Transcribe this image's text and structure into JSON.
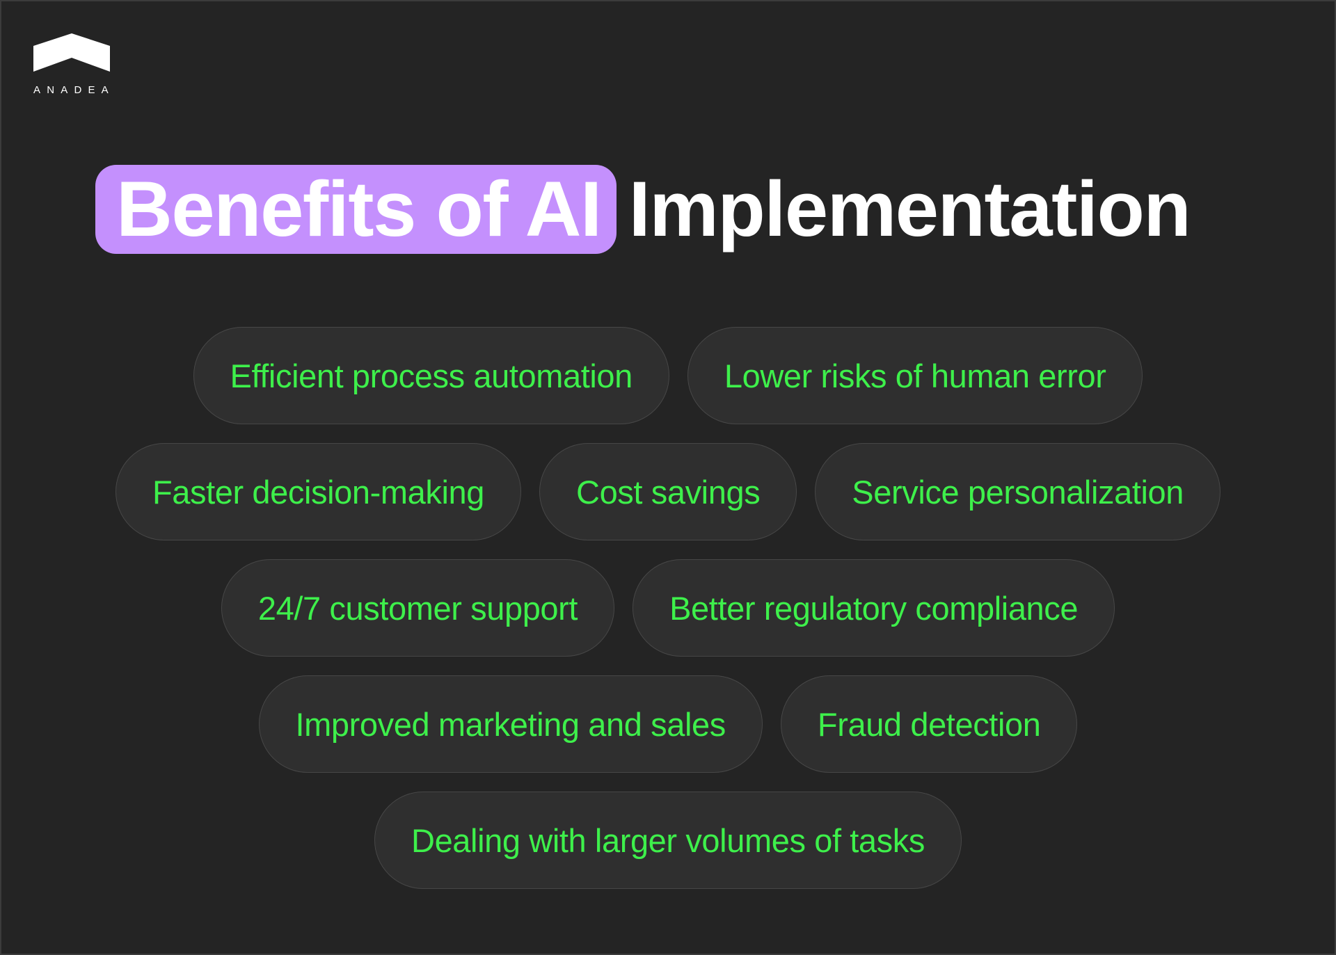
{
  "brand": {
    "logo_icon": "roof-chevron-icon",
    "name": "ANADEA"
  },
  "title": {
    "highlight": "Benefits of AI",
    "rest": "Implementation"
  },
  "colors": {
    "background": "#242424",
    "highlight": "#c490fd",
    "title_text": "#ffffff",
    "pill_background": "#2f2f2f",
    "pill_border": "#474747",
    "pill_text": "#3ef04b"
  },
  "benefits": {
    "rows": [
      [
        "Efficient process automation",
        "Lower risks of human error"
      ],
      [
        "Faster decision-making",
        "Cost savings",
        "Service personalization"
      ],
      [
        "24/7 customer support",
        "Better regulatory compliance"
      ],
      [
        "Improved marketing and sales",
        "Fraud detection"
      ],
      [
        "Dealing with larger volumes of tasks"
      ]
    ]
  }
}
